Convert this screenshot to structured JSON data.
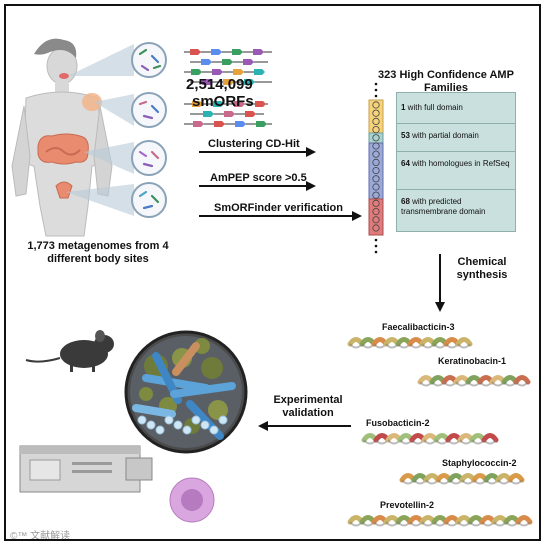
{
  "diagram": {
    "orf_count": "2,514,099",
    "orf_unit": "smORFs",
    "metagenome_caption": "1,773 metagenomes from 4 different body sites",
    "steps": [
      "Clustering CD-Hit",
      "AmPEP score >0.5",
      "SmORFinder verification"
    ],
    "families_title": "323 High Confidence AMP Families",
    "families": [
      {
        "count": "1",
        "desc": " with full domain"
      },
      {
        "count": "53",
        "desc": " with partial domain"
      },
      {
        "count": "64",
        "desc": " with homologues in RefSeq"
      },
      {
        "count": "68",
        "desc": " with predicted transmembrane domain"
      }
    ],
    "synthesis_label": "Chemical synthesis",
    "validation_label": "Experimental validation",
    "peptides": [
      "Faecalibacticin-3",
      "Keratinobacin-1",
      "Fusobacticin-2",
      "Staphylococcin-2",
      "Prevotellin-2"
    ],
    "watermark": "©™ 文献解读"
  },
  "colors": {
    "table_fill": "#c9e0de",
    "arrow": "#111111",
    "lens": "#cfd8e4"
  }
}
